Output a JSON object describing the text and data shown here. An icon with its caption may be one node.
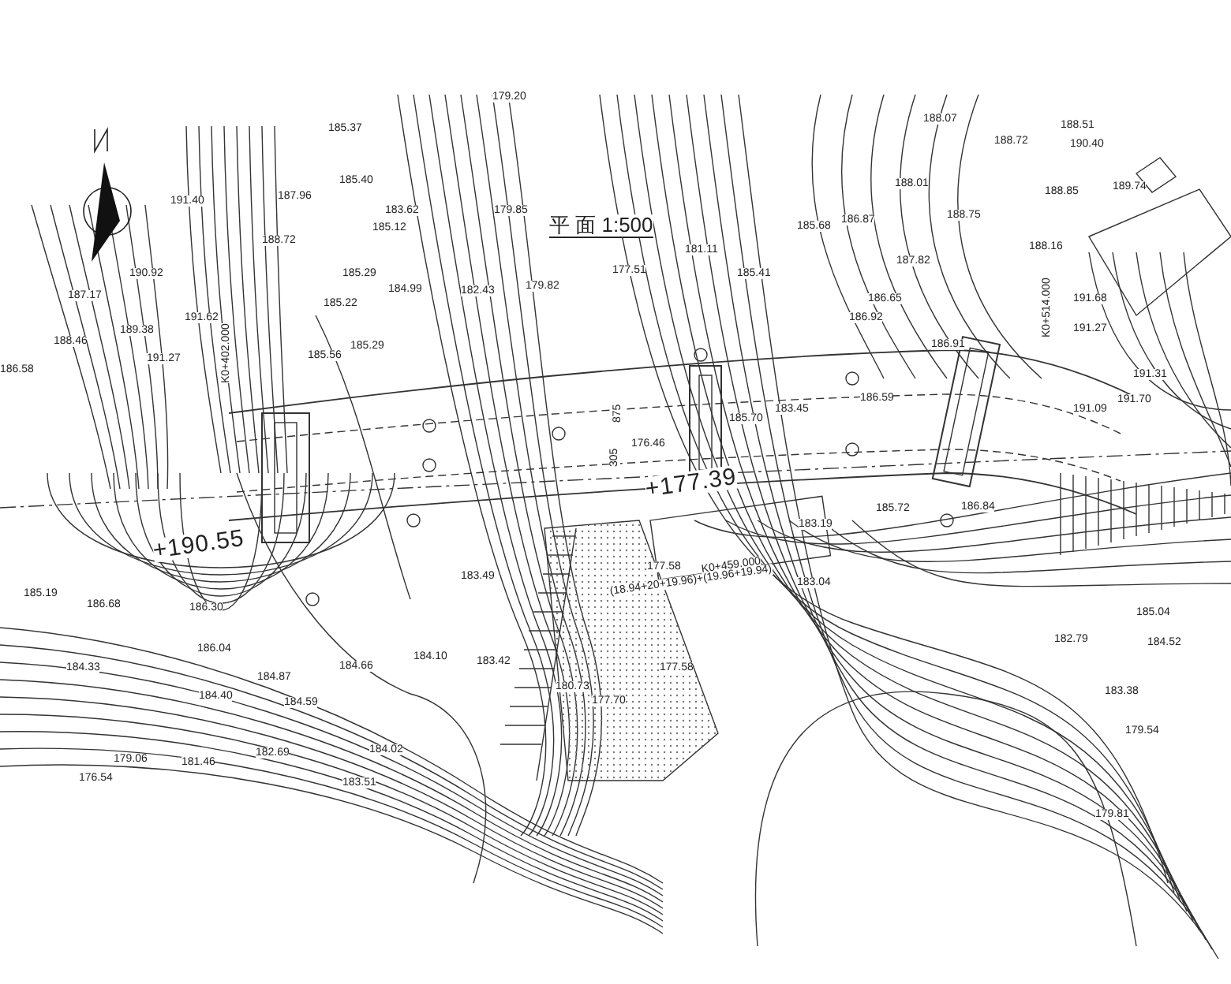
{
  "diagram": {
    "title": "平 面 1:500",
    "labels": [
      "185.37",
      "179.20",
      "188.07",
      "188.51",
      "190.40",
      "188.72",
      "191.40",
      "187.96",
      "185.40",
      "183.62",
      "185.12",
      "179.85",
      "188.01",
      "188.75",
      "188.85",
      "189.74",
      "190.92",
      "188.72",
      "187.17",
      "185.29",
      "184.99",
      "182.43",
      "179.82",
      "177.51",
      "181.11",
      "185.41",
      "185.68",
      "186.87",
      "187.82",
      "188.16",
      "185.22",
      "191.62",
      "189.38",
      "188.46",
      "191.27",
      "185.56",
      "185.29",
      "186.58",
      "186.65",
      "186.92",
      "191.68",
      "191.27",
      "186.91",
      "191.31",
      "191.09",
      "191.70",
      "186.59",
      "185.70",
      "183.45",
      "176.46",
      "+177.39",
      "+190.55",
      "185.19",
      "186.68",
      "186.30",
      "186.04",
      "184.33",
      "184.40",
      "184.87",
      "184.59",
      "184.66",
      "184.02",
      "183.51",
      "182.69",
      "181.46",
      "179.06",
      "176.54",
      "183.49",
      "183.42",
      "184.10",
      "180.73",
      "177.70",
      "177.58",
      "177.58",
      "183.04",
      "183.19",
      "182.79",
      "183.38",
      "179.54",
      "179.81",
      "185.72",
      "186.84",
      "185.04",
      "184.52",
      "K0+402.000",
      "K0+514.000",
      "K0+459.000",
      "(18.94+20+19.96)+(19.96+19.94)",
      "875",
      "305"
    ]
  }
}
